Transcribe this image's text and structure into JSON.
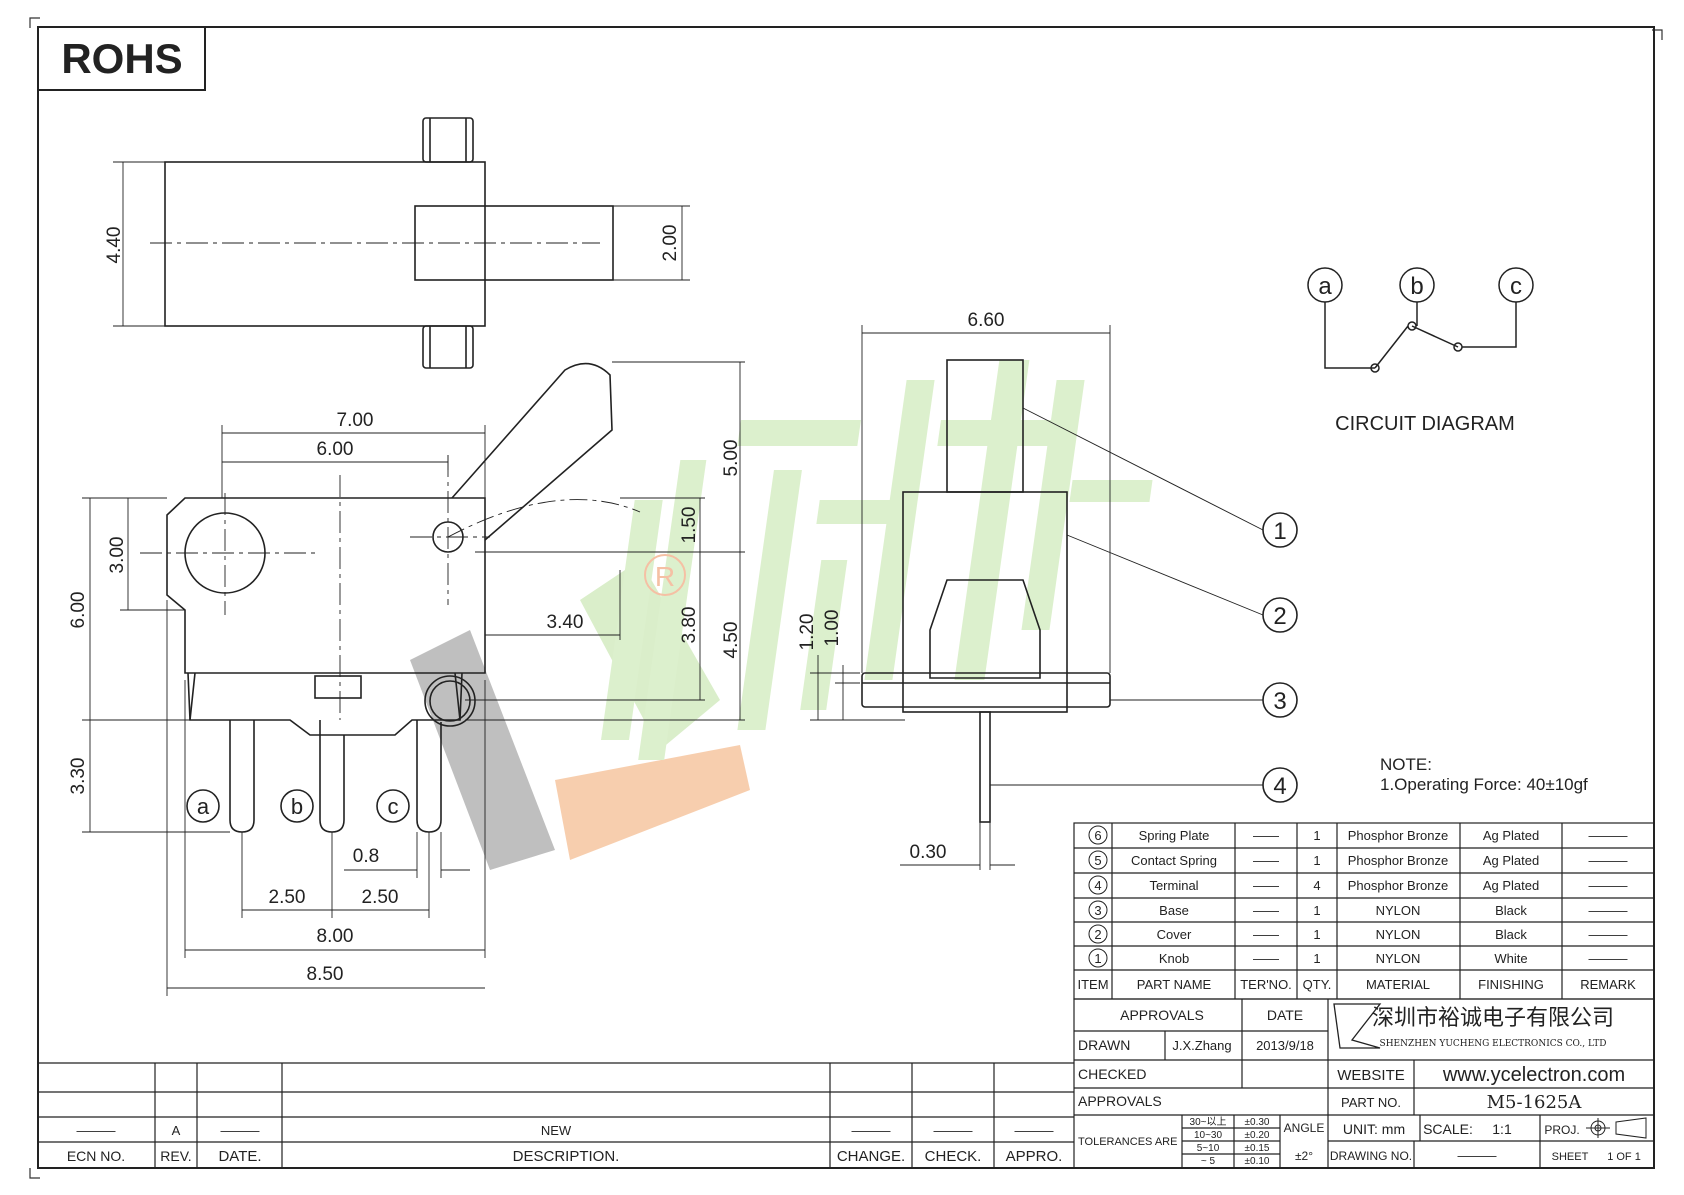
{
  "rohs": "ROHS",
  "dims": {
    "d440": "4.40",
    "d200": "2.00",
    "d700": "7.00",
    "d600": "6.00",
    "d500": "5.00",
    "d300": "3.00",
    "d150": "1.50",
    "d600v": "6.00",
    "d340": "3.40",
    "d380": "3.80",
    "d450": "4.50",
    "d330": "3.30",
    "d08": "0.8",
    "d250a": "2.50",
    "d250b": "2.50",
    "d800": "8.00",
    "d850": "8.50",
    "d660": "6.60",
    "d120": "1.20",
    "d100": "1.00",
    "d030": "0.30"
  },
  "pins": [
    "a",
    "b",
    "c"
  ],
  "callouts": [
    "1",
    "2",
    "3",
    "4"
  ],
  "circuit": {
    "title": "CIRCUIT  DIAGRAM",
    "labels": [
      "a",
      "b",
      "c"
    ]
  },
  "watermark": {
    "registered": "R"
  },
  "note": {
    "title": "NOTE:",
    "line1": "1.Operating  Force:  40±10gf"
  },
  "bom": {
    "rows": [
      {
        "item": "6",
        "name": "Spring  Plate",
        "ter": "——",
        "qty": "1",
        "material": "Phosphor Bronze",
        "finishing": "Ag  Plated",
        "remark": "———"
      },
      {
        "item": "5",
        "name": "Contact  Spring",
        "ter": "——",
        "qty": "1",
        "material": "Phosphor Bronze",
        "finishing": "Ag  Plated",
        "remark": "———"
      },
      {
        "item": "4",
        "name": "Terminal",
        "ter": "——",
        "qty": "4",
        "material": "Phosphor Bronze",
        "finishing": "Ag  Plated",
        "remark": "———"
      },
      {
        "item": "3",
        "name": "Base",
        "ter": "——",
        "qty": "1",
        "material": "NYLON",
        "finishing": "Black",
        "remark": "———"
      },
      {
        "item": "2",
        "name": "Cover",
        "ter": "——",
        "qty": "1",
        "material": "NYLON",
        "finishing": "Black",
        "remark": "———"
      },
      {
        "item": "1",
        "name": "Knob",
        "ter": "——",
        "qty": "1",
        "material": "NYLON",
        "finishing": "White",
        "remark": "———"
      }
    ],
    "headers": {
      "item": "ITEM",
      "name": "PART  NAME",
      "ter": "TER'NO.",
      "qty": "QTY.",
      "material": "MATERIAL",
      "finishing": "FINISHING",
      "remark": "REMARK"
    }
  },
  "title_block": {
    "approvals": "APPROVALS",
    "date": "DATE",
    "drawn": "DRAWN",
    "drawn_by": "J.X.Zhang",
    "drawn_date": "2013/9/18",
    "checked": "CHECKED",
    "approvals2": "APPROVALS",
    "company_cn": "深圳市裕诚电子有限公司",
    "company_en": "SHENZHEN  YUCHENG  ELECTRONICS  CO., LTD",
    "website_label": "WEBSITE",
    "website": "www.ycelectron.com",
    "part_no_label": "PART  NO.",
    "part_no": "M5-1625A",
    "tolerances": "TOLERANCES  ARE",
    "tol": [
      {
        "range": "30~以上",
        "value": "±0.30"
      },
      {
        "range": "10~30",
        "value": "±0.20"
      },
      {
        "range": "5~10",
        "value": "±0.15"
      },
      {
        "range": "~ 5",
        "value": "±0.10"
      }
    ],
    "angle_label": "ANGLE",
    "angle": "±2°",
    "unit": "UNIT:  mm",
    "scale": "SCALE:",
    "scale_value": "1:1",
    "proj": "PROJ.",
    "drawing_no": "DRAWING  NO.",
    "drawing_no_value": "———",
    "sheet": "SHEET",
    "sheet_value": "1  OF  1"
  },
  "revision": {
    "row": {
      "ecn": "———",
      "rev": "A",
      "date": "———",
      "desc": "NEW",
      "change": "———",
      "check": "———",
      "appro": "———"
    },
    "headers": {
      "ecn": "ECN  NO.",
      "rev": "REV.",
      "date": "DATE.",
      "desc": "DESCRIPTION.",
      "change": "CHANGE.",
      "check": "CHECK.",
      "appro": "APPRO."
    }
  }
}
